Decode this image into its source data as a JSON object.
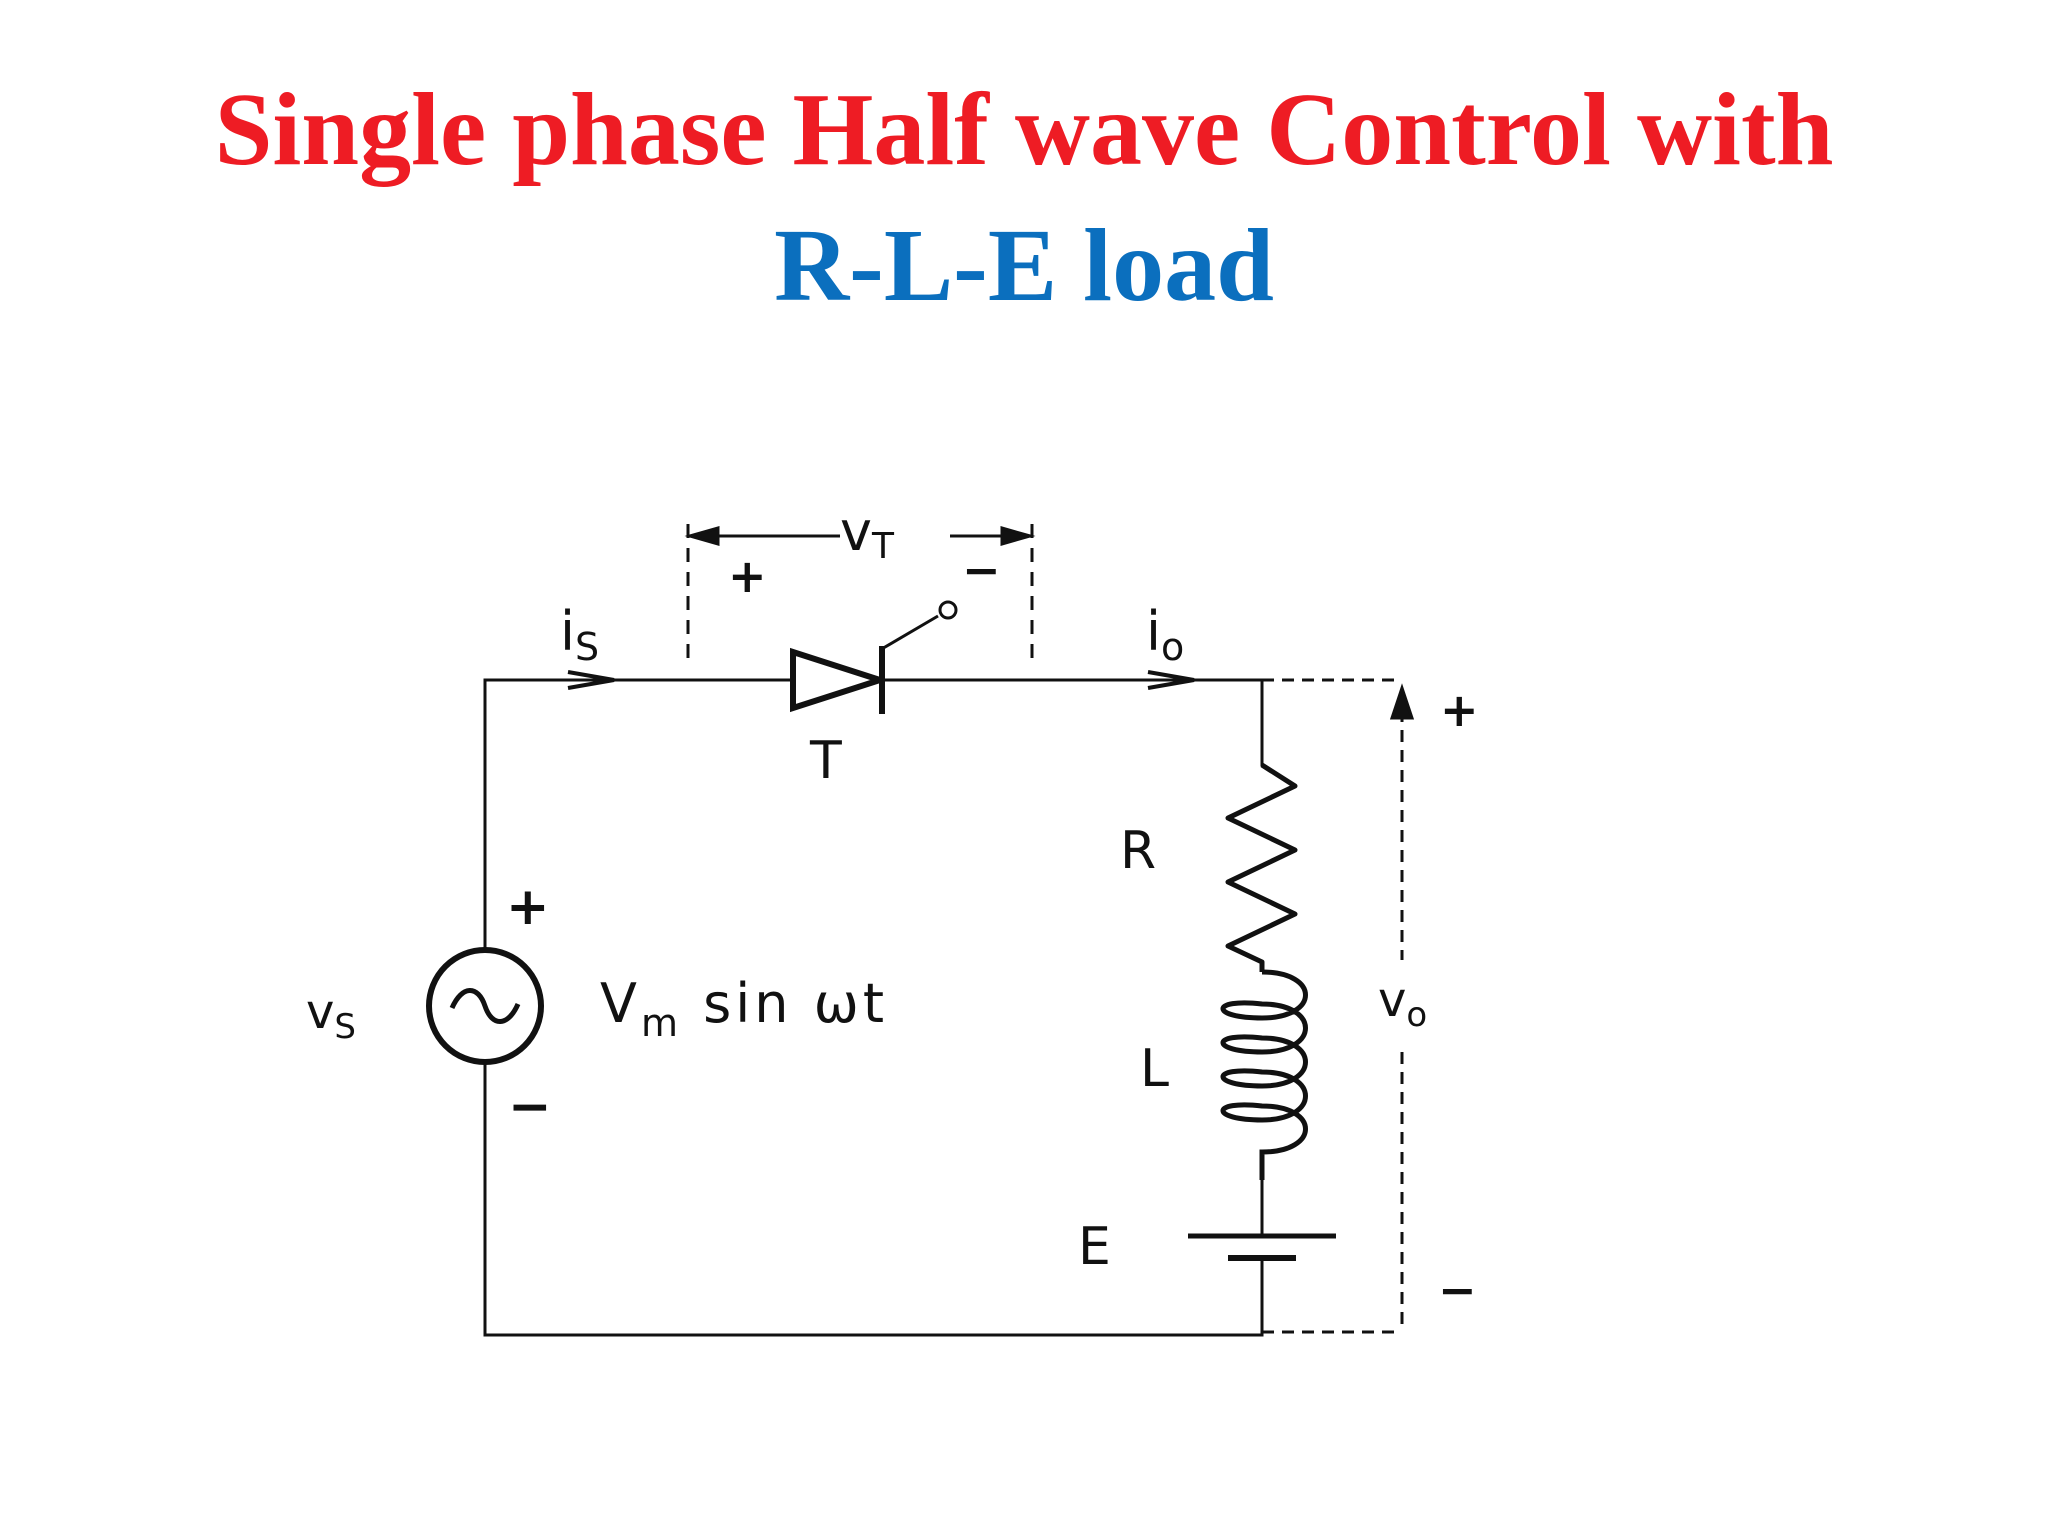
{
  "title": {
    "line1": "Single phase Half wave Control with",
    "line2": "R-L-E load",
    "line1_color": "#ee1c24",
    "line2_color": "#0b6fbe"
  },
  "circuit": {
    "source": {
      "label": "v",
      "label_sub": "S",
      "expression_main": "V",
      "expression_sub": "m",
      "expression_rest": " sin ωt",
      "plus": "+",
      "minus": "−"
    },
    "thyristor": {
      "label": "T"
    },
    "thyristor_voltage": {
      "label": "v",
      "label_sub": "T",
      "plus": "+",
      "minus": "−"
    },
    "source_current": {
      "label": "i",
      "label_sub": "S"
    },
    "load_current": {
      "label": "i",
      "label_sub": "o"
    },
    "resistor": {
      "label": "R"
    },
    "inductor": {
      "label": "L"
    },
    "battery": {
      "label": "E"
    },
    "output_voltage": {
      "label": "v",
      "label_sub": "o",
      "plus": "+",
      "minus": "−"
    }
  }
}
